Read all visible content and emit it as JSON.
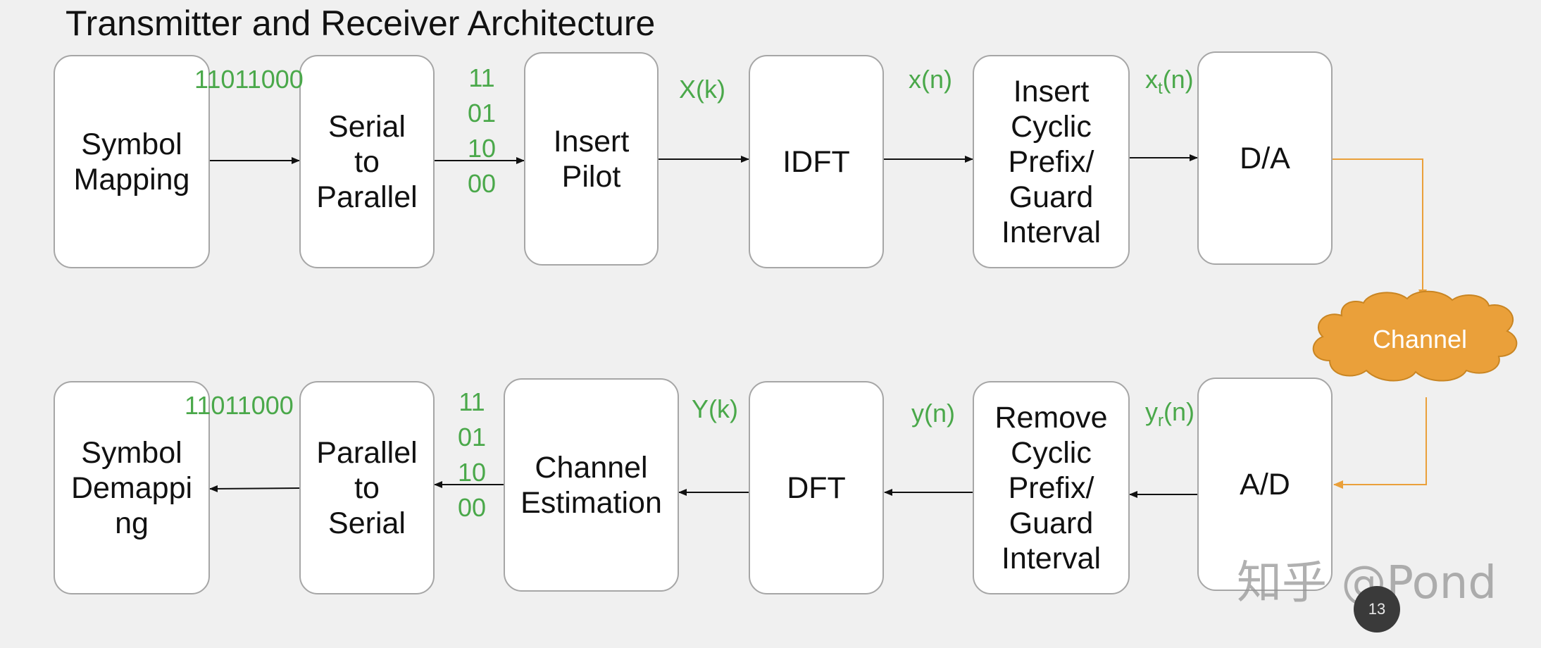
{
  "title": "Transmitter and Receiver Architecture",
  "transmitter": {
    "blocks": [
      {
        "id": "symbol-mapping",
        "label": "Symbol\nMapping"
      },
      {
        "id": "serial-to-parallel",
        "label": "Serial\nto\nParallel"
      },
      {
        "id": "insert-pilot",
        "label": "Insert\nPilot"
      },
      {
        "id": "idft",
        "label": "IDFT"
      },
      {
        "id": "insert-cp",
        "label": "Insert\nCyclic\nPrefix/\nGuard\nInterval"
      },
      {
        "id": "da",
        "label": "D/A"
      }
    ],
    "bitstream": "11011000",
    "bit_groups": [
      "11",
      "01",
      "10",
      "00"
    ],
    "signal_Xk": "X(k)",
    "signal_xn": "x(n)",
    "signal_xt_base": "x",
    "signal_xt_sub": "t",
    "signal_xt_tail": "(n)"
  },
  "channel": {
    "label": "Channel",
    "color": "#eaa03a"
  },
  "receiver": {
    "blocks": [
      {
        "id": "symbol-demapping",
        "label": "Symbol\nDemappi\nng"
      },
      {
        "id": "parallel-to-serial",
        "label": "Parallel\nto\nSerial"
      },
      {
        "id": "channel-estimation",
        "label": "Channel\nEstimation"
      },
      {
        "id": "dft",
        "label": "DFT"
      },
      {
        "id": "remove-cp",
        "label": "Remove\nCyclic\nPrefix/\nGuard\nInterval"
      },
      {
        "id": "ad",
        "label": "A/D"
      }
    ],
    "bitstream": "11011000",
    "bit_groups": [
      "11",
      "01",
      "10",
      "00"
    ],
    "signal_Yk": "Y(k)",
    "signal_yn": "y(n)",
    "signal_yr_base": "y",
    "signal_yr_sub": "r",
    "signal_yr_tail": "(n)"
  },
  "watermark": "知乎 @Pond",
  "page_number": "13",
  "colors": {
    "signal_green": "#4aa84a",
    "channel_orange": "#eaa03a",
    "block_border": "#a6a6a6",
    "background": "#f0f0f0"
  }
}
